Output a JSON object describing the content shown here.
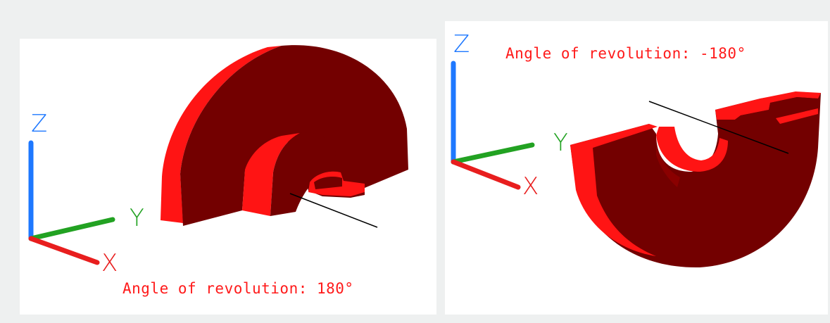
{
  "colors": {
    "background": "#eef0f0",
    "panel": "#ffffff",
    "solid_face": "#730000",
    "solid_edge": "#ff1414",
    "caption": "#ff1a1a",
    "axis_z": "#1e78ff",
    "axis_y": "#22a222",
    "axis_x": "#e81e1e",
    "revolution_axis": "#000000"
  },
  "panels": [
    {
      "axis_labels": {
        "z": "Z",
        "y": "Y",
        "x": "X"
      },
      "caption": "Angle of revolution: 180°"
    },
    {
      "axis_labels": {
        "z": "Z",
        "y": "Y",
        "x": "X"
      },
      "caption": "Angle of revolution: -180°"
    }
  ]
}
